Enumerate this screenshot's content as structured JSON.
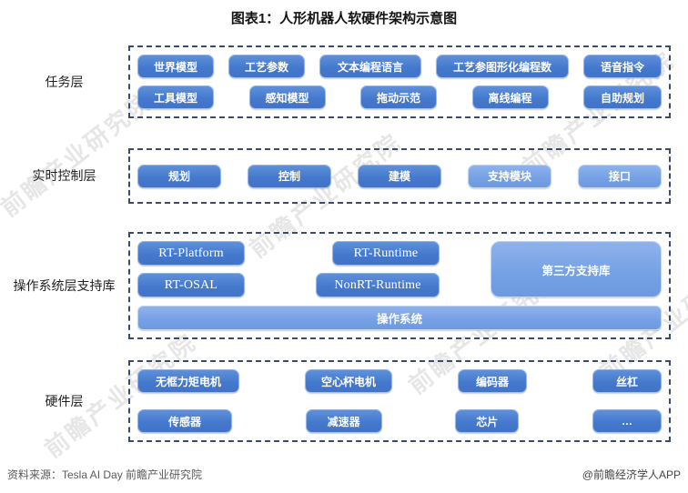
{
  "title": "图表1：人形机器人软硬件架构示意图",
  "watermark_text": "前瞻产业研究院",
  "colors": {
    "block_blue": "#4579cd",
    "block_light_blue": "#74a0e4",
    "dashed_border": "#3a4a6b"
  },
  "layers": {
    "task": {
      "label": "任务层",
      "row1": [
        "世界模型",
        "工艺参数",
        "文本编程语言",
        "工艺参图形化编程数",
        "语音指令"
      ],
      "row2": [
        "工具模型",
        "感知模型",
        "拖动示范",
        "离线编程",
        "自助规划"
      ]
    },
    "realtime": {
      "label": "实时控制层",
      "items": [
        "规划",
        "控制",
        "建模",
        "支持模块",
        "接口"
      ]
    },
    "os": {
      "label": "操作系统层支持库",
      "rt_platform": "RT-Platform",
      "rt_runtime": "RT-Runtime",
      "rt_osal": "RT-OSAL",
      "nonrt_runtime": "NonRT-Runtime",
      "third_party": "第三方支持库",
      "os_bar": "操作系统"
    },
    "hardware": {
      "label": "硬件层",
      "row1": [
        "无框力矩电机",
        "空心杯电机",
        "编码器",
        "丝杠"
      ],
      "row2": [
        "传感器",
        "减速器",
        "芯片",
        "…"
      ]
    }
  },
  "footer": {
    "source": "资料来源：Tesla AI Day 前瞻产业研究院",
    "credit": "@前瞻经济学人APP"
  }
}
